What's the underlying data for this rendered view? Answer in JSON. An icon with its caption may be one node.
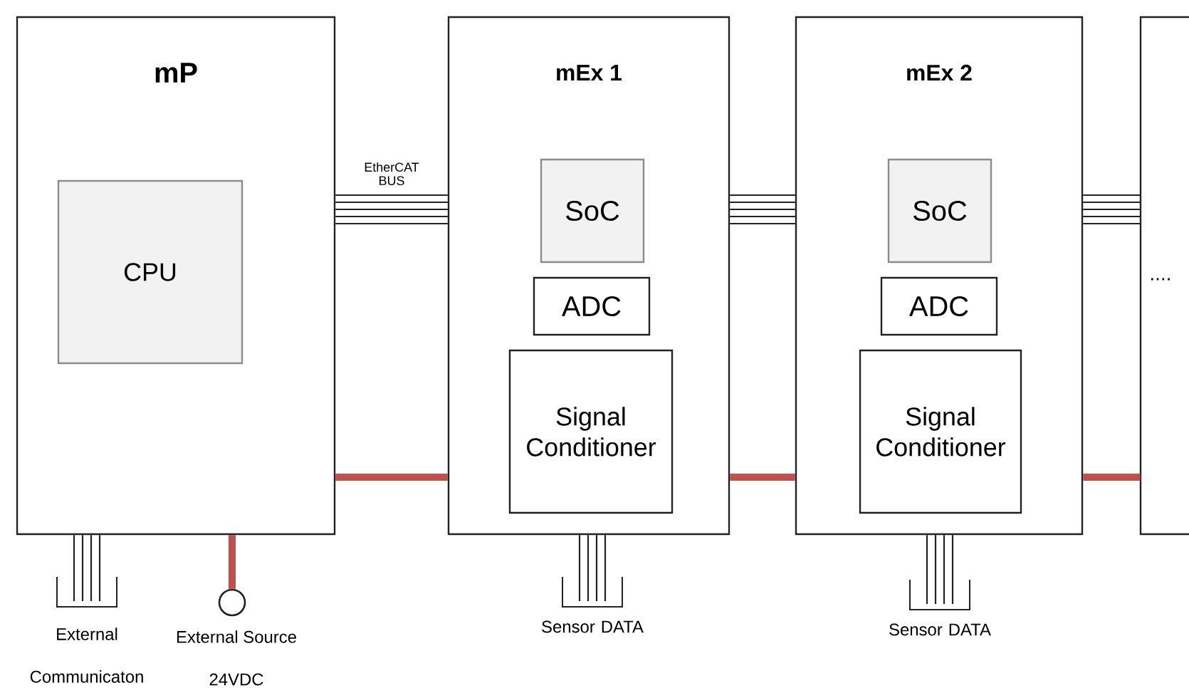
{
  "diagram": {
    "nodes": [
      {
        "text": [
          "mP"
        ]
      },
      {
        "text": [
          "CPU"
        ],
        "in": 0
      },
      {
        "text": [
          "mEx 1"
        ]
      },
      {
        "text": [
          "SoC"
        ],
        "in": 2
      },
      {
        "text": [
          "ADC"
        ],
        "in": 2
      },
      {
        "text": [
          "Signal Conditioner"
        ],
        "in": 2
      },
      {
        "text": [
          "mEx 2"
        ]
      },
      {
        "text": [
          "SoC"
        ],
        "in": 6
      },
      {
        "text": [
          "ADC"
        ],
        "in": 6
      },
      {
        "text": [
          "Signal Conditioner"
        ],
        "in": 6
      },
      {
        "text": [
          "...."
        ]
      },
      {
        "text": [
          "External Communicaton"
        ]
      },
      {
        "text": [],
        "shape": "circle",
        "beside": [
          "External Source",
          "24VDC"
        ]
      },
      {
        "text": [
          "Sensor DATA"
        ]
      },
      {
        "text": [
          "Sensor DATA"
        ]
      }
    ],
    "edges": [
      {
        "from": 0,
        "to": 2,
        "arrow": "none",
        "label": "EtherCAT BUS"
      },
      {
        "from": 0,
        "to": 2,
        "arrow": "none",
        "style": "thick",
        "color": "#c0504d"
      },
      {
        "from": 2,
        "to": 6,
        "arrow": "none"
      },
      {
        "from": 2,
        "to": 6,
        "arrow": "none",
        "style": "thick",
        "color": "#c0504d"
      },
      {
        "from": 6,
        "to": 10,
        "arrow": "none"
      },
      {
        "from": 6,
        "to": 10,
        "arrow": "none",
        "style": "thick",
        "color": "#c0504d"
      },
      {
        "from": 0,
        "to": 11,
        "arrow": "none"
      },
      {
        "from": 0,
        "to": 12,
        "arrow": "none",
        "style": "thick",
        "color": "#c0504d"
      },
      {
        "from": 2,
        "to": 13,
        "arrow": "none"
      },
      {
        "from": 6,
        "to": 14,
        "arrow": "none"
      }
    ]
  }
}
